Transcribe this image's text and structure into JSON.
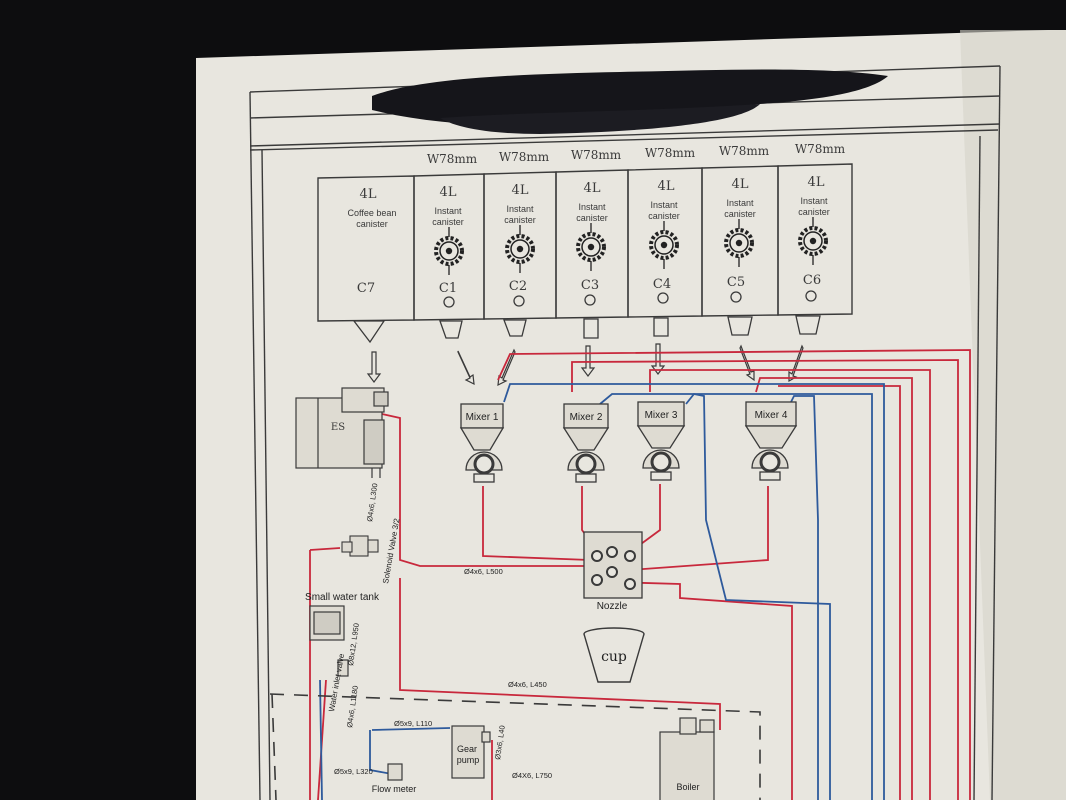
{
  "colors": {
    "paper": "#e8e6df",
    "ink": "#3a3a3a",
    "hot_line": "#c8283c",
    "cold_line": "#2e5a9c",
    "redaction": "#15151a"
  },
  "canisters": [
    {
      "width": "",
      "capacity": "4L",
      "type": "Coffee bean canister",
      "code": "C7"
    },
    {
      "width": "W78mm",
      "capacity": "4L",
      "type": "Instant canister",
      "code": "C1"
    },
    {
      "width": "W78mm",
      "capacity": "4L",
      "type": "Instant canister",
      "code": "C2"
    },
    {
      "width": "W78mm",
      "capacity": "4L",
      "type": "Instant canister",
      "code": "C3"
    },
    {
      "width": "W78mm",
      "capacity": "4L",
      "type": "Instant canister",
      "code": "C4"
    },
    {
      "width": "W78mm",
      "capacity": "4L",
      "type": "Instant canister",
      "code": "C5"
    },
    {
      "width": "W78mm",
      "capacity": "4L",
      "type": "Instant canister",
      "code": "C6"
    }
  ],
  "mixers": [
    "Mixer 1",
    "Mixer 2",
    "Mixer 3",
    "Mixer 4"
  ],
  "components": {
    "es": "ES",
    "nozzle": "Nozzle",
    "cup": "cup",
    "small_tank": "Small water tank",
    "inlet_valve": "Water inlet valve",
    "solenoid": "Solenoid Valve 3/2",
    "gear_pump_1": "Gear",
    "gear_pump_2": "pump",
    "flow_meter": "Flow meter",
    "boiler": "Boiler"
  },
  "pipe_labels": {
    "p1": "Ø4x6, L300",
    "p2": "Ø4x6, L500",
    "p3": "Ø4x6, L450",
    "p4": "Ø5x9, L110",
    "p5": "Ø5x9, L320",
    "p6": "Ø4X6, L750",
    "p7": "Ø8x12, L950",
    "p8": "Ø4x6, L1180",
    "p9": "Ø3x6, L40"
  }
}
